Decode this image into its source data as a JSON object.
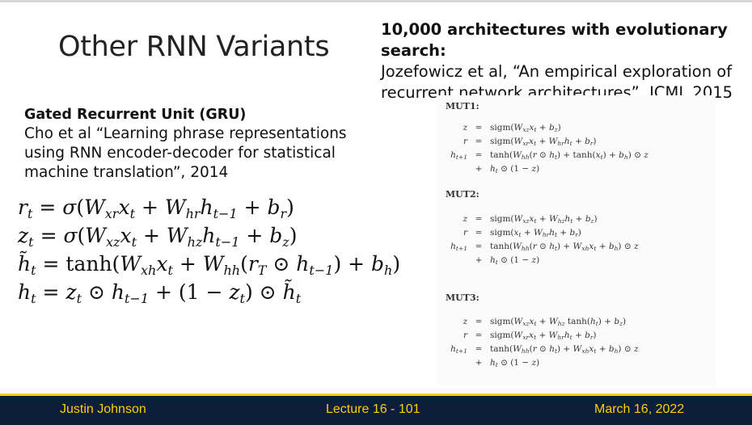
{
  "slide": {
    "title": "Other RNN Variants",
    "right_ref": {
      "heading": "10,000 architectures with evolutionary search:",
      "citation": "Jozefowicz et al, “An empirical exploration of recurrent network architectures”, ICML 2015"
    },
    "gru": {
      "heading": "Gated Recurrent Unit (GRU)",
      "citation": "Cho et al “Learning phrase representations using RNN encoder-decoder for statistical machine translation”, 2014"
    },
    "mut_panel": {
      "mut1_label": "MUT1:",
      "mut2_label": "MUT2:",
      "mut3_label": "MUT3:"
    }
  },
  "footer": {
    "author": "Justin Johnson",
    "lecture": "Lecture 16 - 101",
    "date": "March 16, 2022",
    "bar_color": "#0d1e3a",
    "text_color": "#ffcd00"
  }
}
